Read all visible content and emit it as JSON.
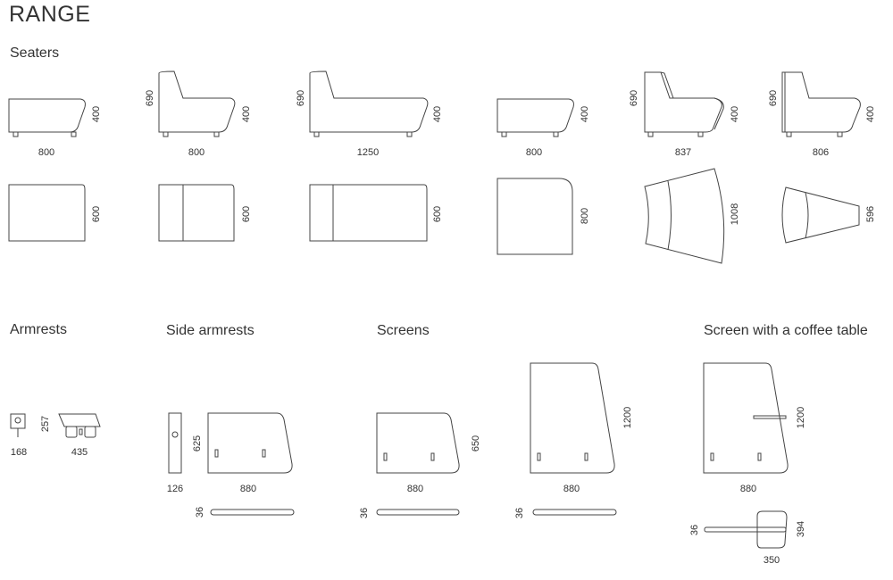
{
  "title": "RANGE",
  "sections": {
    "seaters": "Seaters",
    "armrests": "Armrests",
    "side_armrests": "Side armrests",
    "screens": "Screens",
    "screen_coffee": "Screen with a coffee table"
  },
  "seaters": [
    {
      "width": "800",
      "height": "400",
      "depth": "600"
    },
    {
      "width": "800",
      "back": "690",
      "height": "400",
      "depth": "600"
    },
    {
      "width": "1250",
      "back": "690",
      "height": "400",
      "depth": "600"
    },
    {
      "width": "800",
      "height": "400",
      "depth": "800"
    },
    {
      "width": "837",
      "back": "690",
      "height": "400",
      "depth": "1008"
    },
    {
      "width": "806",
      "back": "690",
      "height": "400",
      "depth": "596"
    }
  ],
  "armrests": {
    "width_a": "168",
    "height": "257",
    "width_b": "435"
  },
  "side_armrests": {
    "thickness": "126",
    "height": "625",
    "width": "880",
    "bar": "36"
  },
  "screens": [
    {
      "height": "650",
      "width": "880",
      "bar": "36"
    },
    {
      "height": "1200",
      "width": "880",
      "bar": "36"
    }
  ],
  "screen_coffee": {
    "height": "1200",
    "width": "880",
    "bar": "36",
    "table_depth": "394",
    "table_width": "350"
  }
}
